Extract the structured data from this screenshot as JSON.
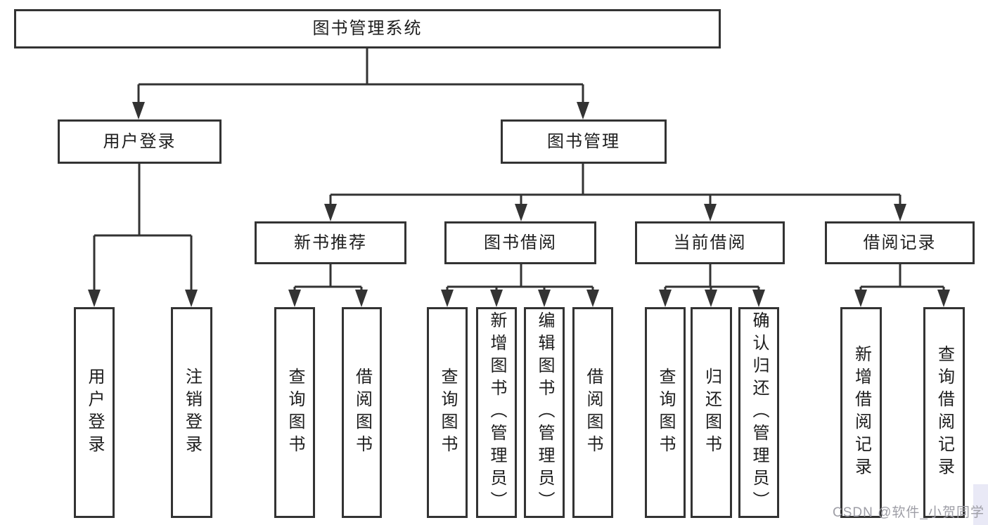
{
  "root": {
    "label": "图书管理系统"
  },
  "level2": [
    {
      "label": "用户登录"
    },
    {
      "label": "图书管理"
    }
  ],
  "level3": [
    {
      "label": "新书推荐"
    },
    {
      "label": "图书借阅"
    },
    {
      "label": "当前借阅"
    },
    {
      "label": "借阅记录"
    }
  ],
  "leaves": [
    {
      "parent": "用户登录",
      "label": "用户登录"
    },
    {
      "parent": "用户登录",
      "label": "注销登录"
    },
    {
      "parent": "新书推荐",
      "label": "查询图书"
    },
    {
      "parent": "新书推荐",
      "label": "借阅图书"
    },
    {
      "parent": "图书借阅",
      "label": "查询图书"
    },
    {
      "parent": "图书借阅",
      "label": "新增图书（管理员）"
    },
    {
      "parent": "图书借阅",
      "label": "编辑图书（管理员）"
    },
    {
      "parent": "图书借阅",
      "label": "借阅图书"
    },
    {
      "parent": "当前借阅",
      "label": "查询图书"
    },
    {
      "parent": "当前借阅",
      "label": "归还图书"
    },
    {
      "parent": "当前借阅",
      "label": "确认归还（管理员）"
    },
    {
      "parent": "借阅记录",
      "label": "新增借阅记录"
    },
    {
      "parent": "借阅记录",
      "label": "查询借阅记录"
    }
  ],
  "watermark": {
    "text": "CSDN @软件_小贺同学"
  },
  "colors": {
    "line": "#333333",
    "text": "#1d1d1d",
    "watermark": "#9e9ea6",
    "background": "#ffffff"
  }
}
